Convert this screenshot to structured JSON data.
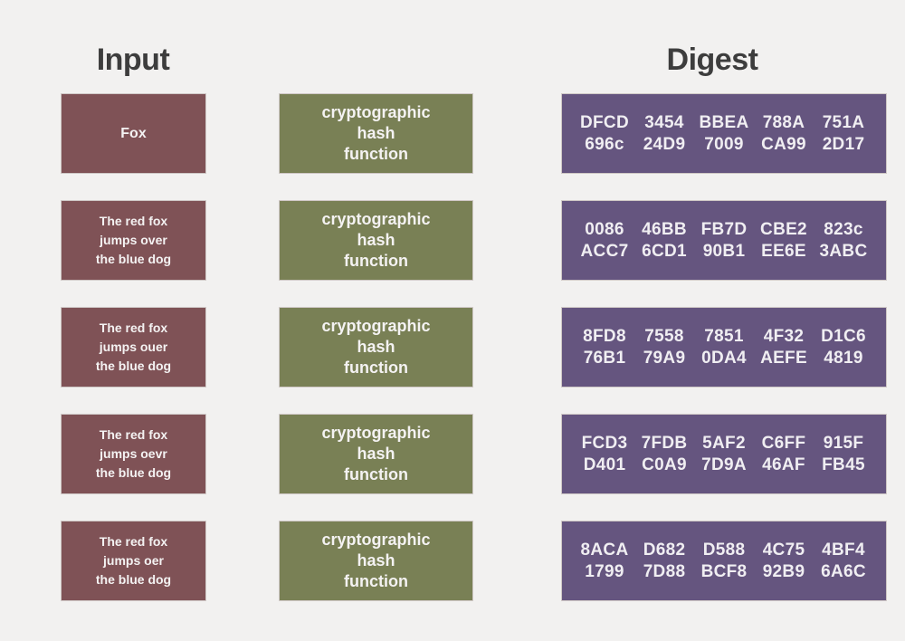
{
  "headers": {
    "input": "Input",
    "digest": "Digest"
  },
  "colors": {
    "background": "#f2f1f0",
    "input_box": "#7f5256",
    "hash_box": "#798055",
    "digest_box": "#65557f",
    "box_border": "#cfc8c6",
    "header_text": "#3d3d3d",
    "box_text": "#f4f2f2"
  },
  "hash_function_label": {
    "line1": "cryptographic",
    "line2": "hash",
    "line3": "function"
  },
  "rows": [
    {
      "input_lines": [
        "Fox"
      ],
      "digest_top": [
        "DFCD",
        "3454",
        "BBEA",
        "788A",
        "751A"
      ],
      "digest_bottom": [
        "696c",
        "24D9",
        "7009",
        "CA99",
        "2D17"
      ]
    },
    {
      "input_lines": [
        "The red fox",
        "jumps over",
        "the blue dog"
      ],
      "digest_top": [
        "0086",
        "46BB",
        "FB7D",
        "CBE2",
        "823c"
      ],
      "digest_bottom": [
        "ACC7",
        "6CD1",
        "90B1",
        "EE6E",
        "3ABC"
      ]
    },
    {
      "input_lines": [
        "The red fox",
        "jumps ouer",
        "the blue dog"
      ],
      "digest_top": [
        "8FD8",
        "7558",
        "7851",
        "4F32",
        "D1C6"
      ],
      "digest_bottom": [
        "76B1",
        "79A9",
        "0DA4",
        "AEFE",
        "4819"
      ]
    },
    {
      "input_lines": [
        "The red fox",
        "jumps oevr",
        "the blue dog"
      ],
      "digest_top": [
        "FCD3",
        "7FDB",
        "5AF2",
        "C6FF",
        "915F"
      ],
      "digest_bottom": [
        "D401",
        "C0A9",
        "7D9A",
        "46AF",
        "FB45"
      ]
    },
    {
      "input_lines": [
        "The red fox",
        "jumps oer",
        "the blue dog"
      ],
      "digest_top": [
        "8ACA",
        "D682",
        "D588",
        "4C75",
        "4BF4"
      ],
      "digest_bottom": [
        "1799",
        "7D88",
        "BCF8",
        "92B9",
        "6A6C"
      ]
    }
  ]
}
